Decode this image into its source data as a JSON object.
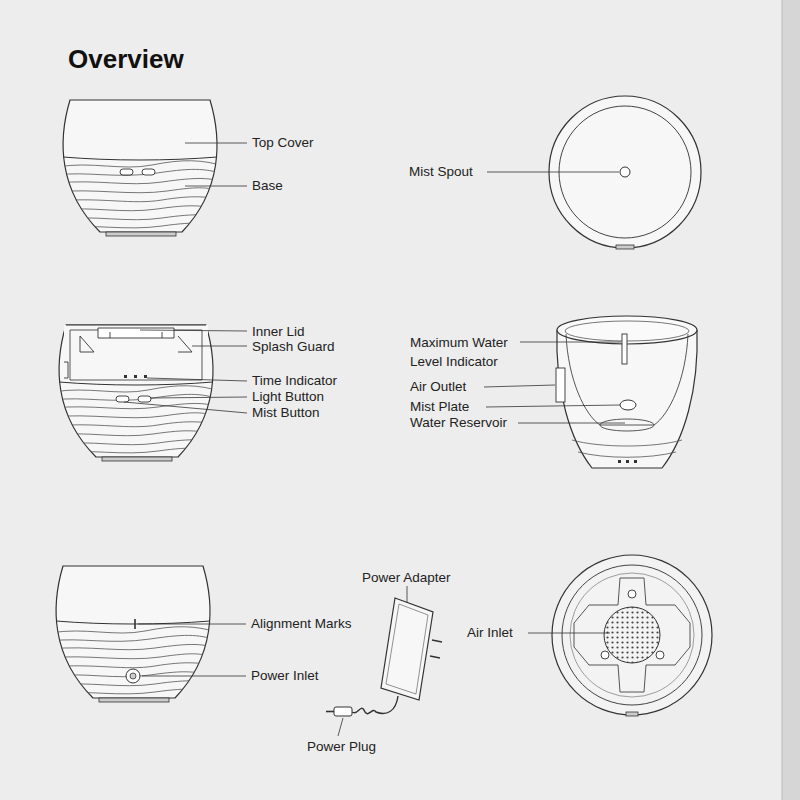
{
  "diagram": {
    "title": "Overview",
    "labels": [
      "Top Cover",
      "Base",
      "Mist Spout",
      "Inner Lid",
      "Splash Guard",
      "Time Indicator",
      "Light Button",
      "Mist Button",
      "Maximum Water Level Indicator",
      "Air Outlet",
      "Mist Plate",
      "Water Reservoir",
      "Alignment Marks",
      "Power Adapter",
      "Power Inlet",
      "Air Inlet",
      "Power Plug"
    ]
  }
}
